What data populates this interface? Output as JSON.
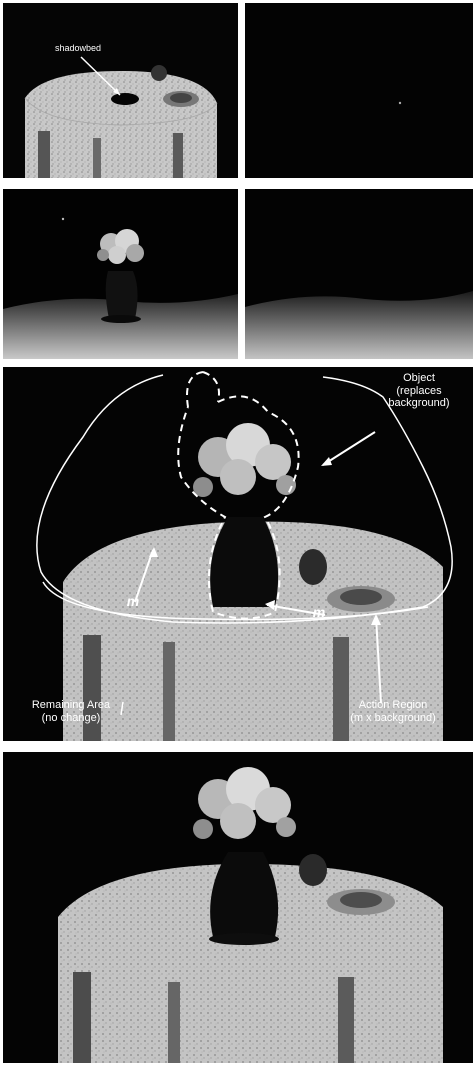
{
  "figure": {
    "panel_a": {
      "label": "shadowbed"
    },
    "panel_e": {
      "object_label": "Object\n(replaces\nbackground)",
      "remaining_label": "Remaining Area\n(no change)",
      "action_label": "Action Region\n(m x background)",
      "m_label_1": "m",
      "m_label_2": "m"
    }
  }
}
